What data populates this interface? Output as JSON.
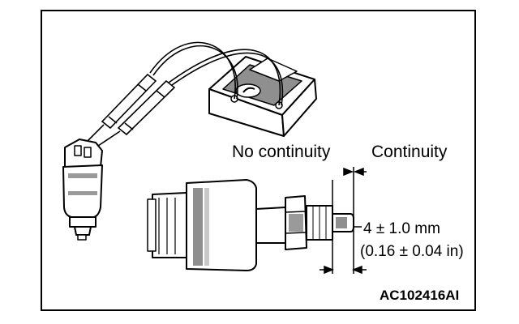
{
  "labels": {
    "no_continuity": "No continuity",
    "continuity": "Continuity",
    "dimension_mm": "4 ± 1.0 mm",
    "dimension_in": "(0.16 ± 0.04 in)",
    "figure_id": "AC102416AI"
  },
  "colors": {
    "ink": "#000000",
    "paper": "#ffffff",
    "shade": "#9a9a9a"
  },
  "icons": [
    "circuit-tester-icon",
    "test-probe-icon",
    "stoplight-switch-icon"
  ]
}
